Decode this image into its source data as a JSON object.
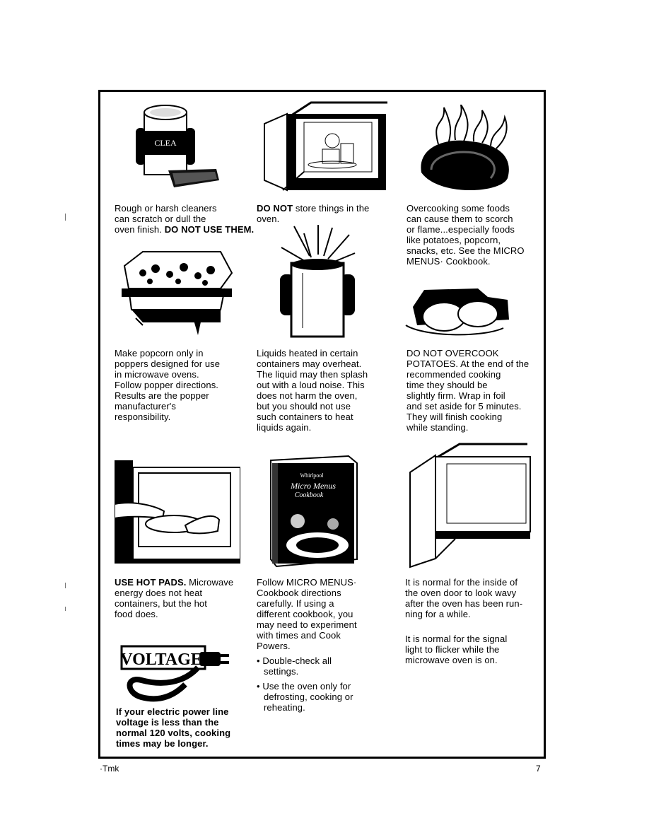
{
  "blocks": {
    "cleaners": {
      "line1": "Rough or harsh cleaners",
      "line2": "can scratch or dull the",
      "line3_a": "oven finish. ",
      "line3_b": "DO NOT USE THEM."
    },
    "store": {
      "bold": "DO NOT",
      "rest": " store things in the",
      "line2": "oven."
    },
    "overcook_foods": {
      "line1": "Overcooking some foods",
      "line2": "can cause them to scorch",
      "line3": "or flame...especially foods",
      "line4": "like potatoes, popcorn,",
      "line5": "snacks, etc. See the MICRO",
      "line6": "MENUS· Cookbook."
    },
    "popcorn": {
      "line1": "Make popcorn only in",
      "line2": "poppers designed for use",
      "line3": "in microwave ovens.",
      "line4": "Follow popper directions.",
      "line5": "Results are the popper",
      "line6": "manufacturer's",
      "line7": "responsibility."
    },
    "liquids": {
      "line1": "Liquids heated in certain",
      "line2": "containers may overheat.",
      "line3": "The liquid may then splash",
      "line4": "out with a loud noise. This",
      "line5": "does not harm the oven,",
      "line6": "but you should not use",
      "line7": "such containers to heat",
      "line8": "liquids again."
    },
    "potatoes": {
      "line1": "DO NOT OVERCOOK",
      "line2": "POTATOES. At the end of the",
      "line3": "recommended cooking",
      "line4": "time they should be",
      "line5": "slightly firm. Wrap in foil",
      "line6": "and set aside for 5 minutes.",
      "line7": "They will finish cooking",
      "line8": "while standing."
    },
    "hotpads": {
      "bold": "USE HOT PADS.",
      "rest": " Microwave",
      "line2": "energy does not heat",
      "line3": "containers, but the hot",
      "line4": "food does."
    },
    "cookbook": {
      "line1": "Follow MICRO MENUS·",
      "line2": "Cookbook directions",
      "line3": "carefully. If using a",
      "line4": "different cookbook, you",
      "line5": "may need to experiment",
      "line6": "with times and Cook",
      "line7": "Powers.",
      "bullet1_a": "• Double-check all",
      "bullet1_b": "settings.",
      "bullet2_a": "• Use the oven only for",
      "bullet2_b": "defrosting, cooking or",
      "bullet2_c": "reheating."
    },
    "door": {
      "line1": "It is normal for the inside of",
      "line2": "the oven door to look wavy",
      "line3": "after the oven has been run-",
      "line4": "ning for a while."
    },
    "signal": {
      "line1": "It is normal for the signal",
      "line2": "light to flicker while the",
      "line3": "microwave oven is on."
    },
    "voltage": {
      "line1": "If your electric power line",
      "line2": "voltage is less than the",
      "line3": "normal 120 volts, cooking",
      "line4": "times may be longer."
    }
  },
  "images": {
    "cleaner_can_label": "CLEA",
    "voltage_label": "VOLTAGE",
    "cookbook_brand": "Whirlpool",
    "cookbook_title_1": "Micro Menus",
    "cookbook_title_2": "Cookbook"
  },
  "footer": {
    "tmk": "·Tmk",
    "page_number": "7"
  }
}
